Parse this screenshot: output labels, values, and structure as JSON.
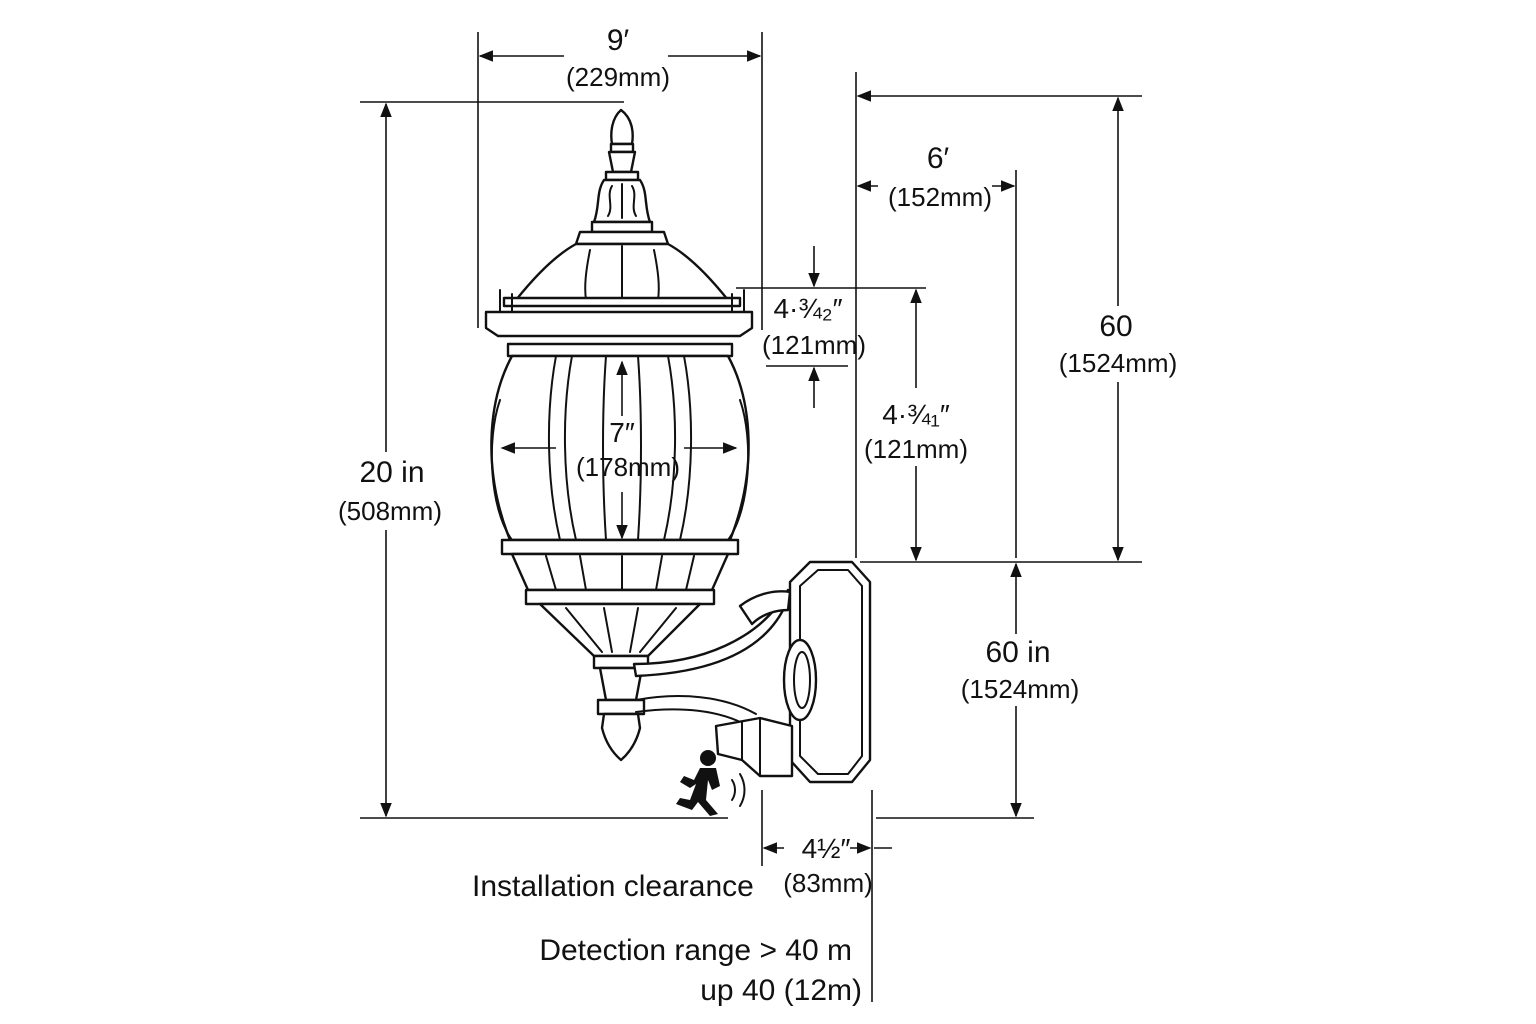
{
  "dimensions": {
    "top_width": {
      "value": "9′",
      "metric": "(229mm)"
    },
    "overall_height": {
      "value": "20 in",
      "metric": "(508mm)"
    },
    "globe_width": {
      "value": "7″",
      "metric": "(178mm)"
    },
    "cap_height": {
      "value": "4·¾₂″",
      "metric": "(121mm)"
    },
    "upper_height": {
      "value": "4·¾₁″",
      "metric": "(121mm)"
    },
    "extension": {
      "value": "6′",
      "metric": "(152mm)"
    },
    "top_to_mount": {
      "value": "60",
      "metric": "(1524mm)"
    },
    "mount_height": {
      "value": "60 in",
      "metric": "(1524mm)"
    },
    "backplate_depth": {
      "value": "4½″",
      "metric": "(83mm)"
    }
  },
  "labels": {
    "installation_clearance": "Installation clearance",
    "detection_range": "Detection range > 40 m",
    "detection_range_note": "up 40 (12m)"
  },
  "icons": [
    "motion-sensor-person-icon",
    "sensor-wave-icon"
  ]
}
